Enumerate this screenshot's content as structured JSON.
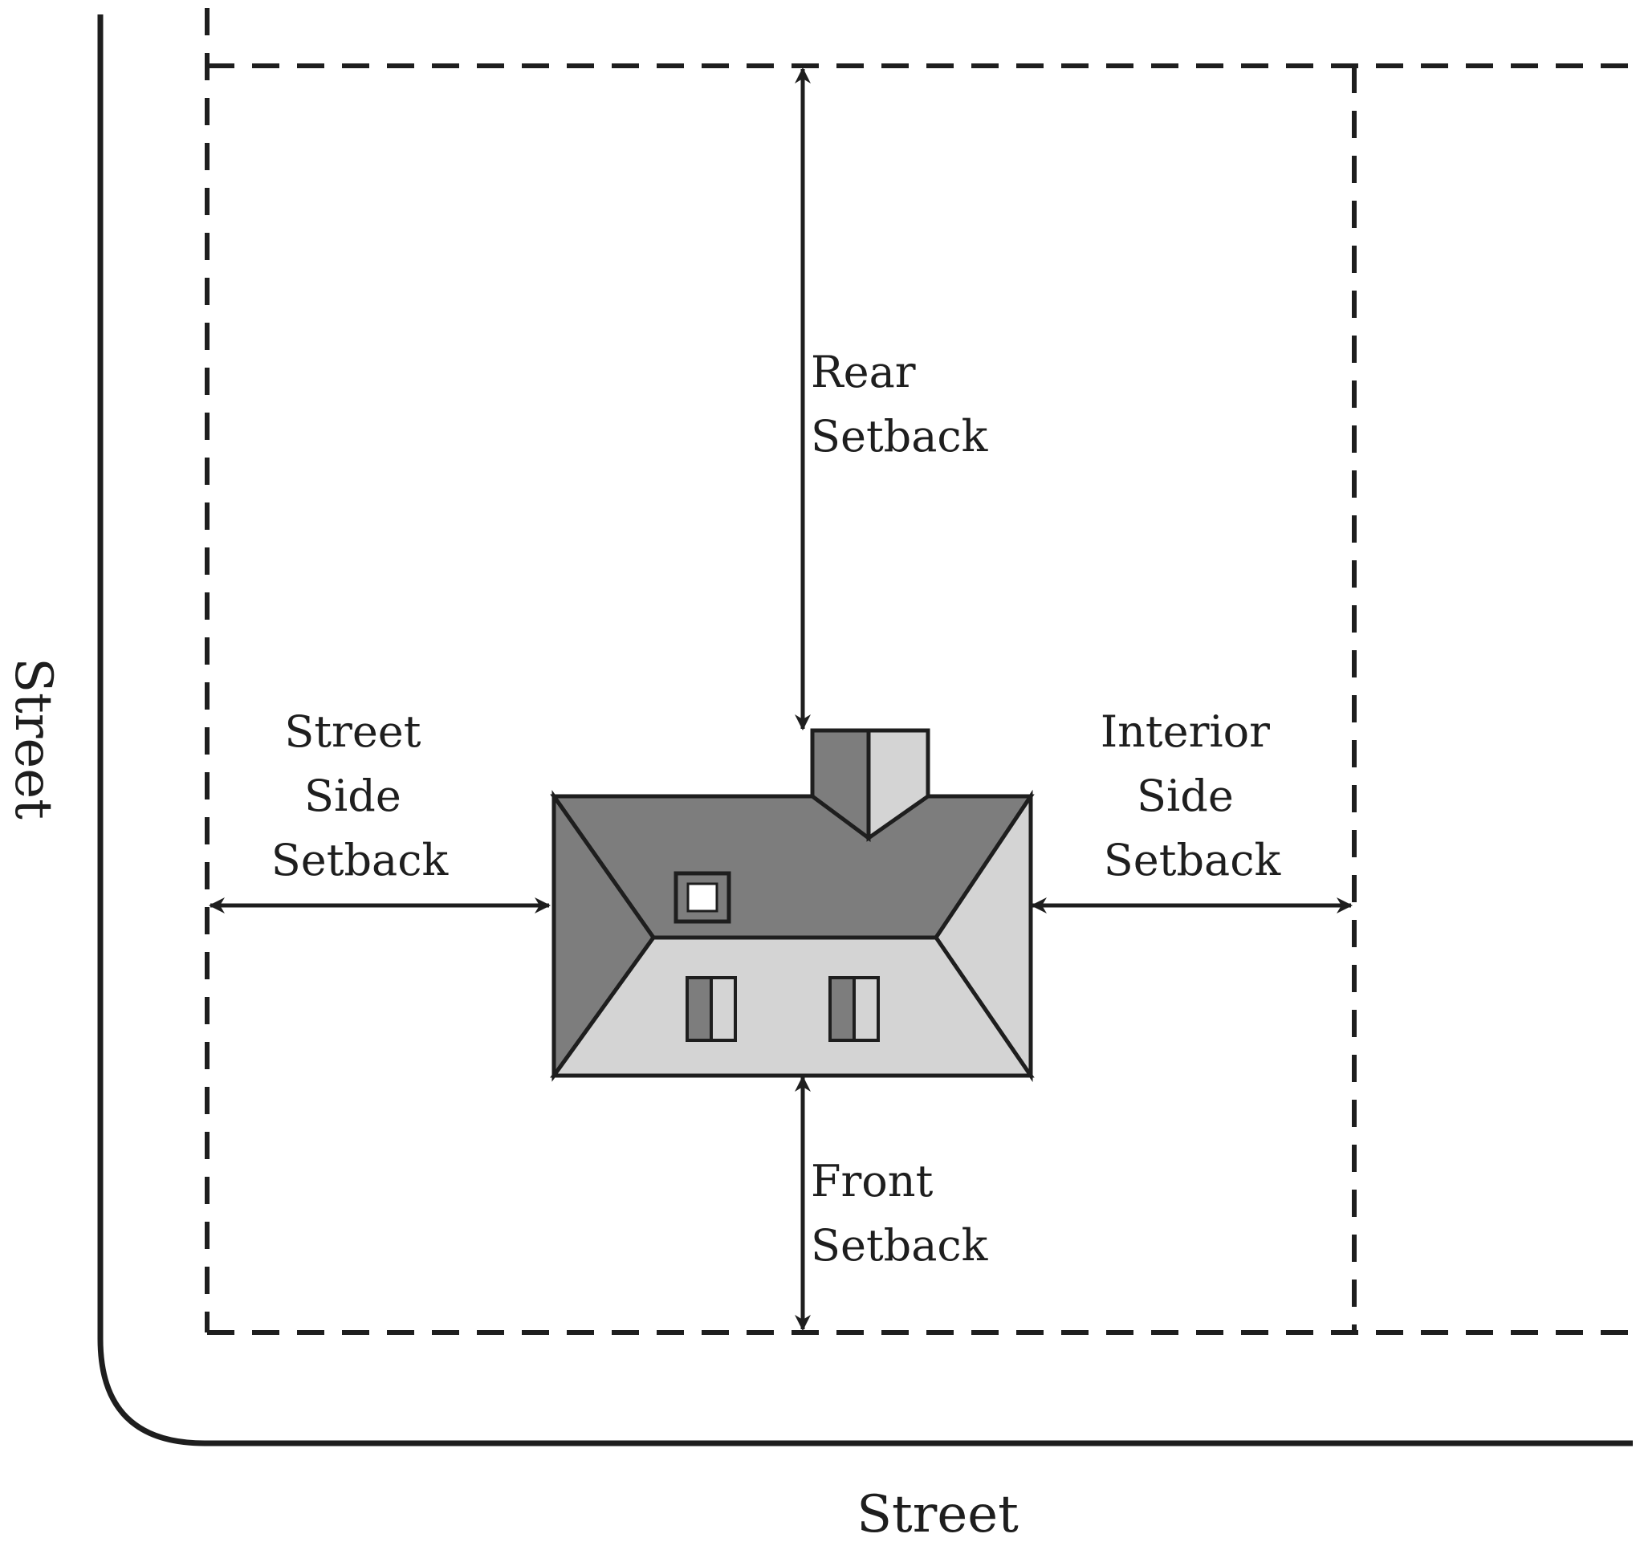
{
  "labels": {
    "street_left": "Street",
    "street_bottom": "Street",
    "rear": [
      "Rear",
      "Setback"
    ],
    "street_side": [
      "Street",
      "Side",
      "Setback"
    ],
    "interior_side": [
      "Interior",
      "Side",
      "Setback"
    ],
    "front": [
      "Front",
      "Setback"
    ]
  },
  "colors": {
    "ink": "#1e1e1e",
    "roof_dark": "#7d7d7d",
    "roof_light": "#d4d4d4",
    "window_glass": "#ffffff"
  }
}
